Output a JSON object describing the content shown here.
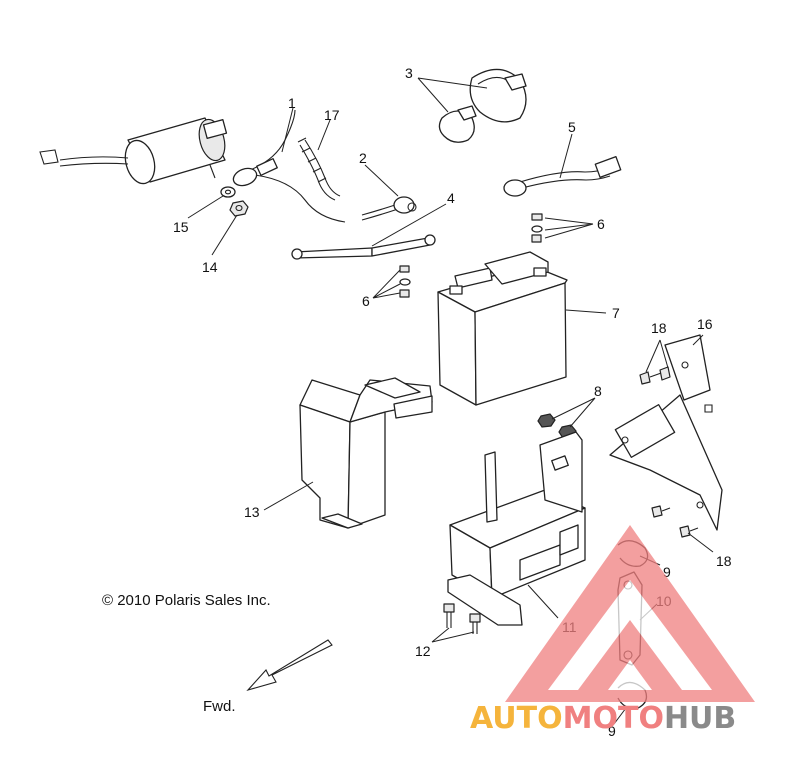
{
  "copyright": "© 2010 Polaris Sales Inc.",
  "direction_label": "Fwd.",
  "watermark": {
    "part1": "AUTO",
    "part2": "MOTO",
    "part3": "HUB",
    "color_warm": "#f5b43c",
    "color_red": "#f08080",
    "color_gray": "#8a8a8a"
  },
  "callouts": {
    "c1": "1",
    "c2": "2",
    "c3": "3",
    "c4": "4",
    "c5": "5",
    "c6a": "6",
    "c6b": "6",
    "c7": "7",
    "c8": "8",
    "c9a": "9",
    "c9b": "9",
    "c10": "10",
    "c11": "11",
    "c12": "12",
    "c13": "13",
    "c14": "14",
    "c15": "15",
    "c16": "16",
    "c17": "17",
    "c18a": "18",
    "c18b": "18"
  }
}
